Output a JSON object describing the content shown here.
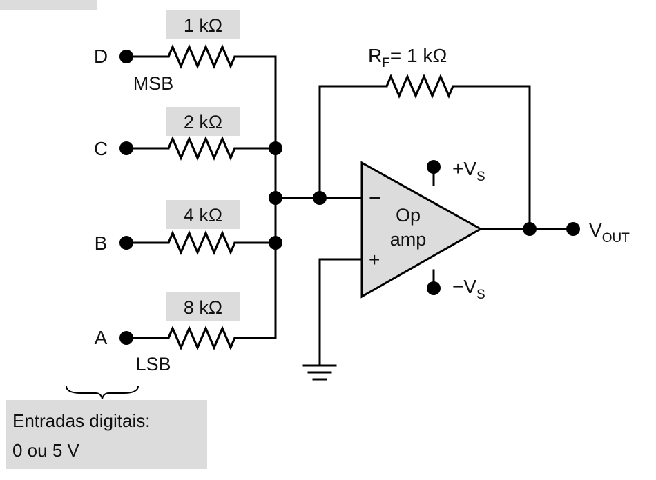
{
  "inputs": [
    {
      "name": "D",
      "resistor": "1 kΩ",
      "note": "MSB"
    },
    {
      "name": "C",
      "resistor": "2 kΩ",
      "note": ""
    },
    {
      "name": "B",
      "resistor": "4 kΩ",
      "note": ""
    },
    {
      "name": "A",
      "resistor": "8 kΩ",
      "note": "LSB"
    }
  ],
  "feedback": {
    "prefix": "R",
    "subscript": "F",
    "value": "= 1 kΩ"
  },
  "opamp": {
    "line1": "Op",
    "line2": "amp",
    "minus": "−",
    "plus": "+"
  },
  "supply": {
    "pos": {
      "prefix": "+V",
      "subscript": "S"
    },
    "neg": {
      "prefix": "−V",
      "subscript": "S"
    }
  },
  "output": {
    "prefix": "V",
    "subscript": "OUT"
  },
  "caption": {
    "line1": "Entradas digitais:",
    "line2": "0 ou 5 V"
  },
  "colors": {
    "label_box": "#dcdcdc",
    "opamp_fill": "#dcdcdc",
    "wire": "#000000"
  }
}
